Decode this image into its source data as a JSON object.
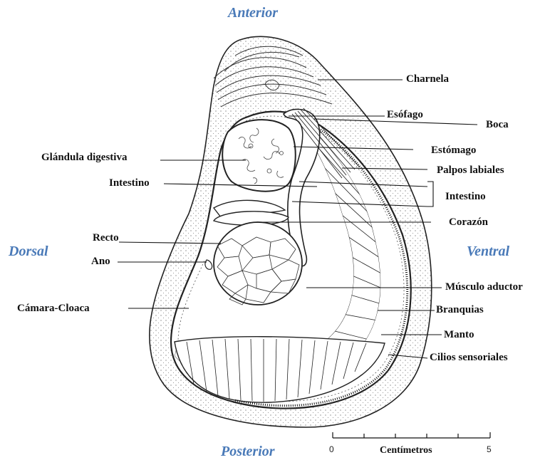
{
  "orientation": {
    "anterior": "Anterior",
    "posterior": "Posterior",
    "dorsal": "Dorsal",
    "ventral": "Ventral",
    "color": "#4a7ab8"
  },
  "labels": {
    "charnela": "Charnela",
    "esofago": "Esófago",
    "boca": "Boca",
    "estomago": "Estómago",
    "palpos_labiales": "Palpos labiales",
    "intestino_right": "Intestino",
    "corazon": "Corazón",
    "musculo_aductor": "Músculo aductor",
    "branquias": "Branquias",
    "manto": "Manto",
    "cilios_sensoriales": "Cilios sensoriales",
    "glandula_digestiva": "Glándula digestiva",
    "intestino_left": "Intestino",
    "recto": "Recto",
    "ano": "Ano",
    "camara_cloaca": "Cámara-Cloaca"
  },
  "scale": {
    "label": "Centímetros",
    "min": "0",
    "max": "5"
  }
}
